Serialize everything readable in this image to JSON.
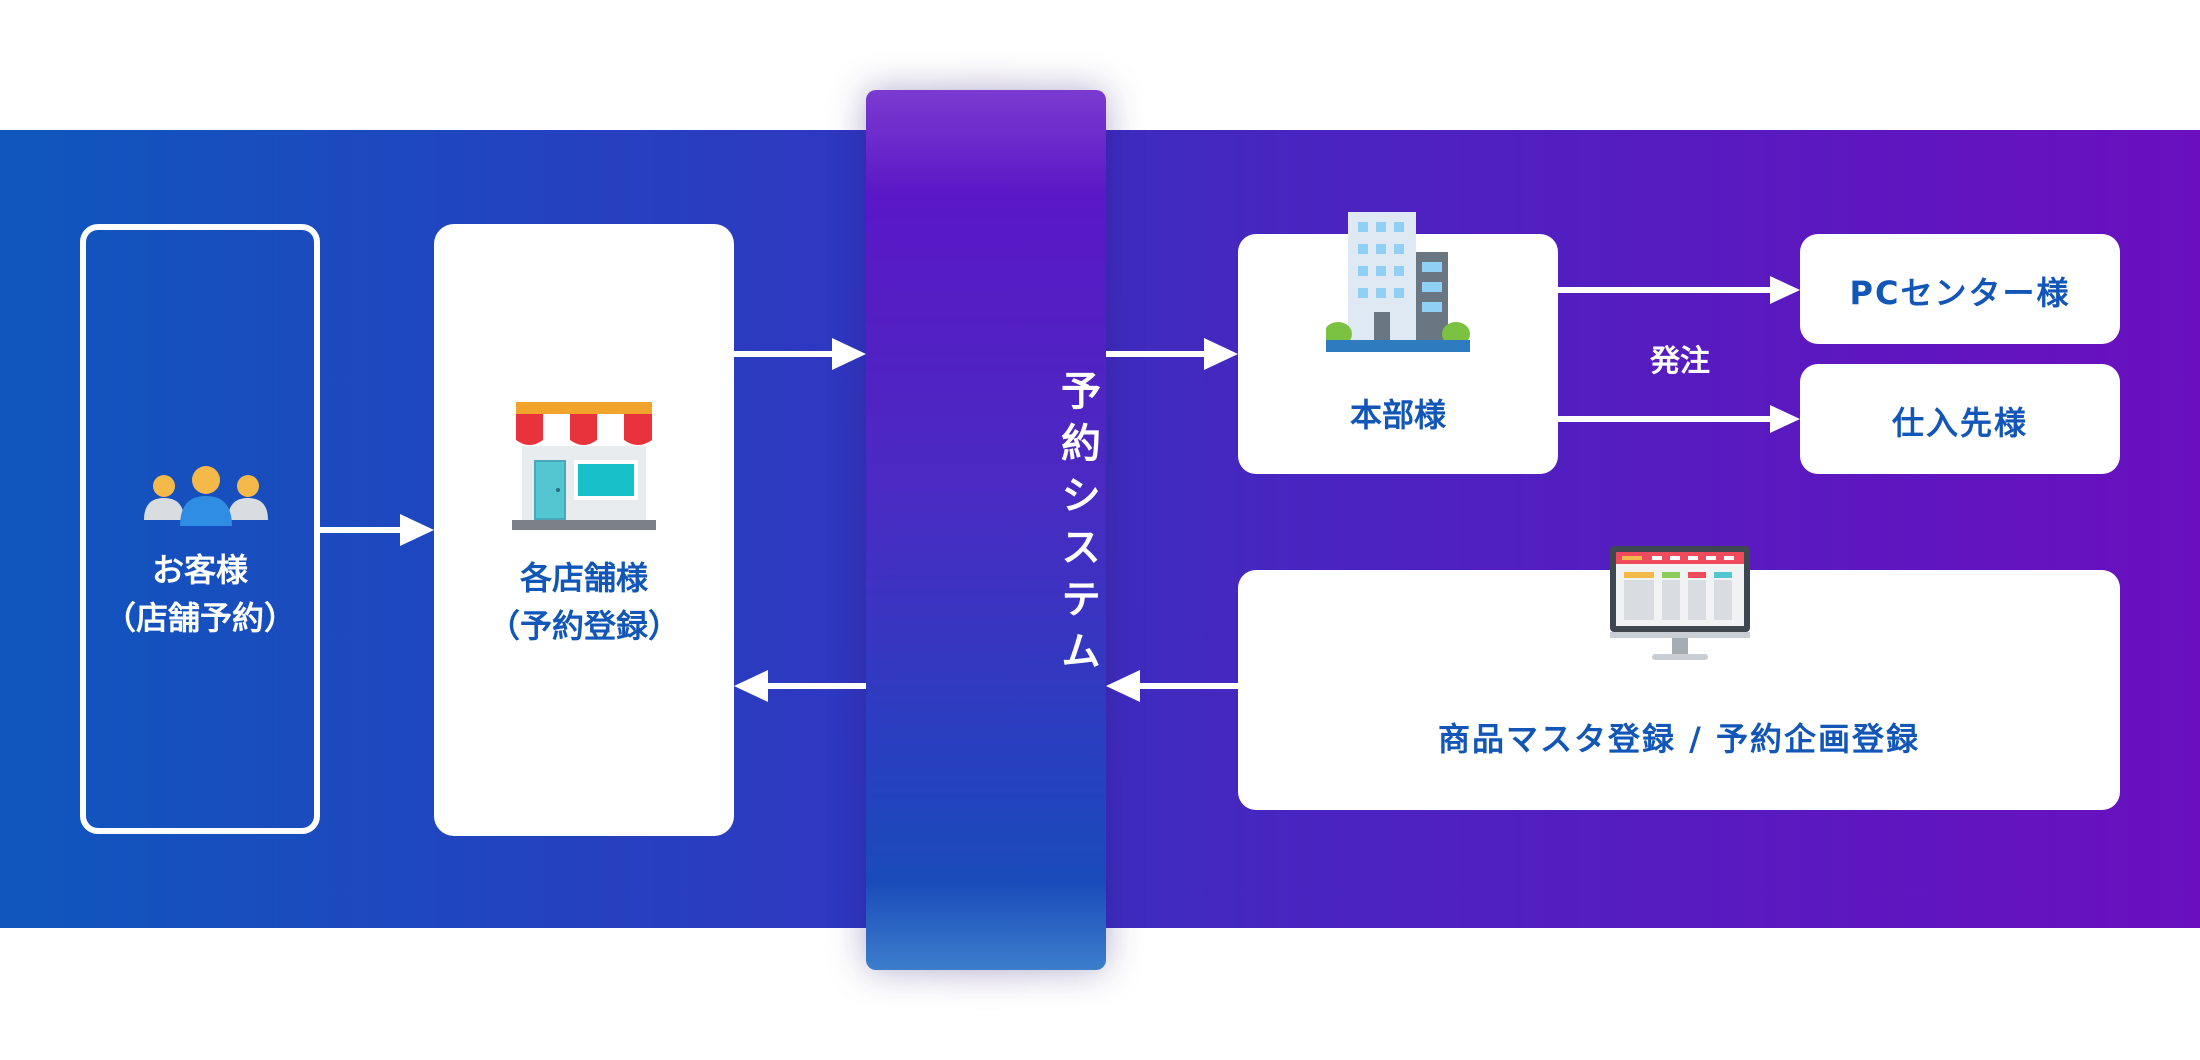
{
  "diagram": {
    "system": {
      "label": "予約システム"
    },
    "customer": {
      "line1": "お客様",
      "line2": "（店舗予約）"
    },
    "store": {
      "line1": "各店舗様",
      "line2": "（予約登録）"
    },
    "headquarters": {
      "label": "本部様"
    },
    "order_label": "発注",
    "pc_center": {
      "label": "PCセンター様"
    },
    "supplier": {
      "label": "仕入先様"
    },
    "master_registration": {
      "label": "商品マスタ登録 / 予約企画登録"
    }
  },
  "colors": {
    "band_start": "#0f57bd",
    "band_end": "#6a0fbf",
    "text_blue": "#1257b8",
    "white": "#ffffff"
  },
  "icons": [
    "users-icon",
    "storefront-icon",
    "office-building-icon",
    "monitor-dashboard-icon"
  ]
}
